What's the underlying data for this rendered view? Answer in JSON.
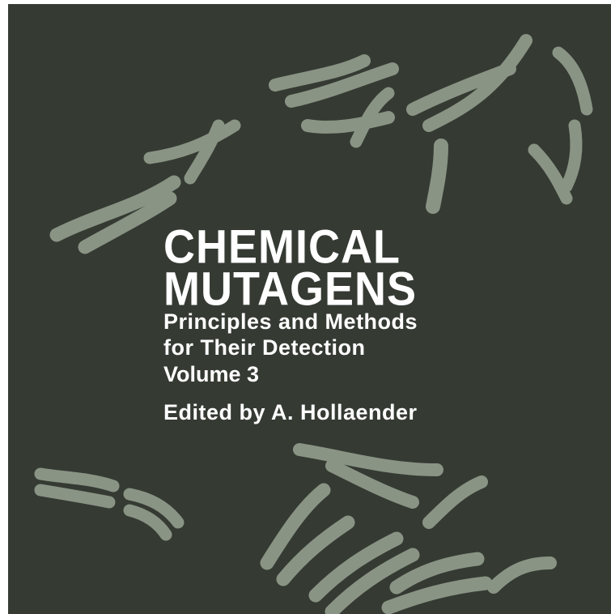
{
  "book": {
    "title_line_1": "CHEMICAL",
    "title_line_2": "MUTAGENS",
    "subtitle_line_1": "Principles and Methods",
    "subtitle_line_2": "for Their Detection",
    "volume": "Volume 3",
    "editor": "Edited by A. Hollaender"
  },
  "colors": {
    "background": "#353a33",
    "chromosome": "#8a9485",
    "text": "#ffffff"
  }
}
